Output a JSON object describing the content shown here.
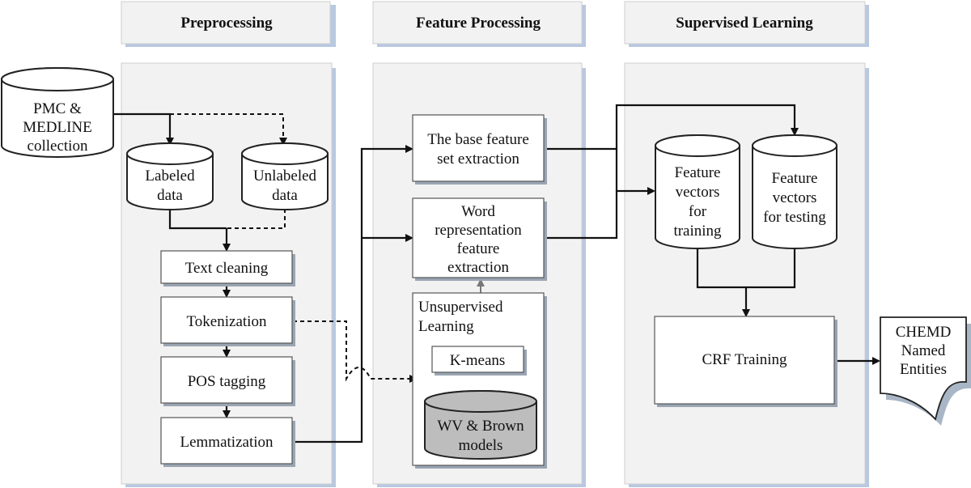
{
  "lanes": {
    "preprocessing": "Preprocessing",
    "feature_processing": "Feature Processing",
    "supervised_learning": "Supervised Learning"
  },
  "sources": {
    "pmc_line1": "PMC &",
    "pmc_line2": "MEDLINE",
    "pmc_line3": "collection"
  },
  "data_stores": {
    "labeled_line1": "Labeled",
    "labeled_line2": "data",
    "unlabeled_line1": "Unlabeled",
    "unlabeled_line2": "data"
  },
  "preprocessing_steps": {
    "text_cleaning": "Text cleaning",
    "tokenization": "Tokenization",
    "pos_tagging": "POS tagging",
    "lemmatization": "Lemmatization"
  },
  "feature_steps": {
    "base_line1": "The base feature",
    "base_line2": "set extraction",
    "wr_line1": "Word",
    "wr_line2": "representation",
    "wr_line3": "feature",
    "wr_line4": "extraction",
    "unsup_line1": "Unsupervised",
    "unsup_line2": "Learning",
    "kmeans": "K-means",
    "models_line1": "WV & Brown",
    "models_line2": "models"
  },
  "learning": {
    "train_line1": "Feature",
    "train_line2": "vectors",
    "train_line3": "for",
    "train_line4": "training",
    "test_line1": "Feature",
    "test_line2": "vectors",
    "test_line3": "for testing",
    "crf": "CRF Training"
  },
  "output": {
    "line1": "CHEMD",
    "line2": "Named",
    "line3": "Entities"
  }
}
